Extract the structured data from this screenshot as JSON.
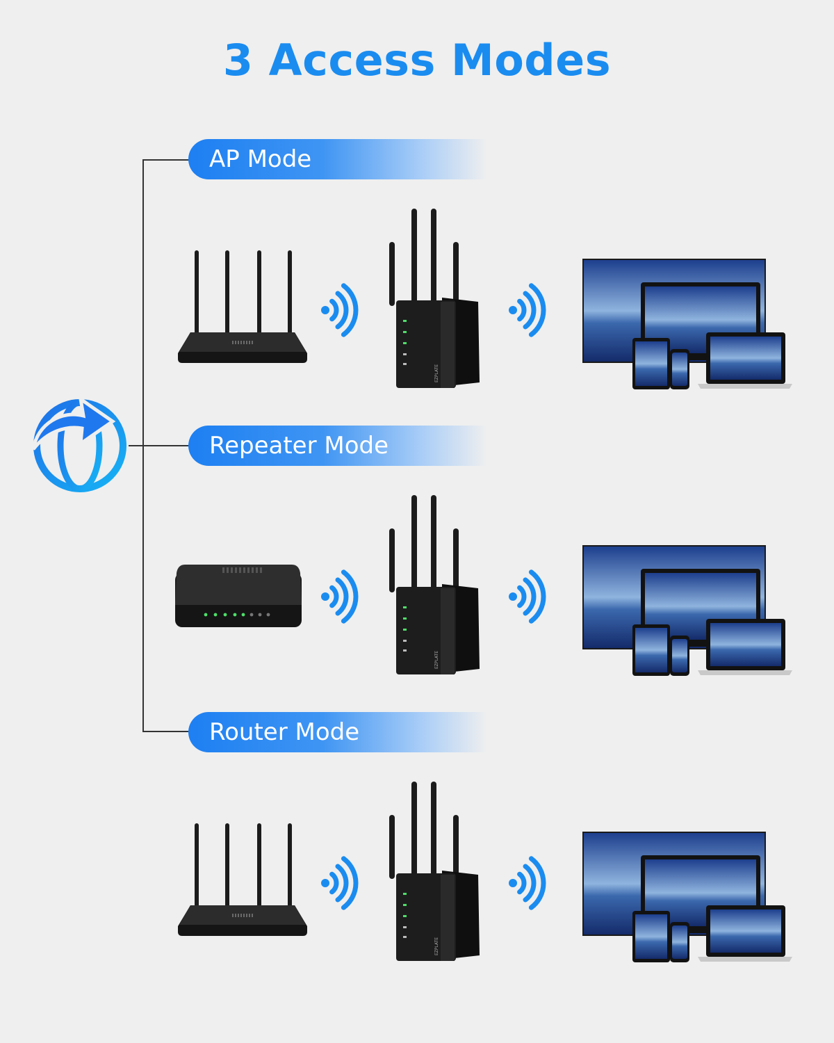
{
  "title": "3 Access Modes",
  "modes": [
    {
      "label": "AP Mode",
      "source": "router-icon"
    },
    {
      "label": "Repeater Mode",
      "source": "modem-icon"
    },
    {
      "label": "Router Mode",
      "source": "router-icon"
    }
  ],
  "repeater_brand": "EZPLATE",
  "icons": {
    "internet": "globe-arrow-icon",
    "signal": "wifi-waves-icon",
    "extender": "wifi-extender-icon",
    "clients": "client-devices-icon"
  },
  "colors": {
    "accent": "#1a8cf0",
    "label_gradient_start": "#1d7ff2",
    "background": "#efefef",
    "device": "#1b1b1b",
    "led": "#4ee06a"
  }
}
